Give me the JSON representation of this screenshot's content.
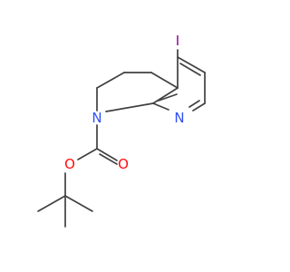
{
  "molecule": {
    "atoms": {
      "iodine": {
        "label": "I",
        "color": "#940094"
      },
      "ring_nitrogen": {
        "label": "N",
        "color": "#3050F8"
      },
      "amide_nitrogen": {
        "label": "N",
        "color": "#3050F8"
      },
      "ester_oxygen": {
        "label": "O",
        "color": "#FF0D0D"
      },
      "carbonyl_oxygen": {
        "label": "O",
        "color": "#FF0D0D"
      }
    },
    "bond_color": "#404040"
  }
}
